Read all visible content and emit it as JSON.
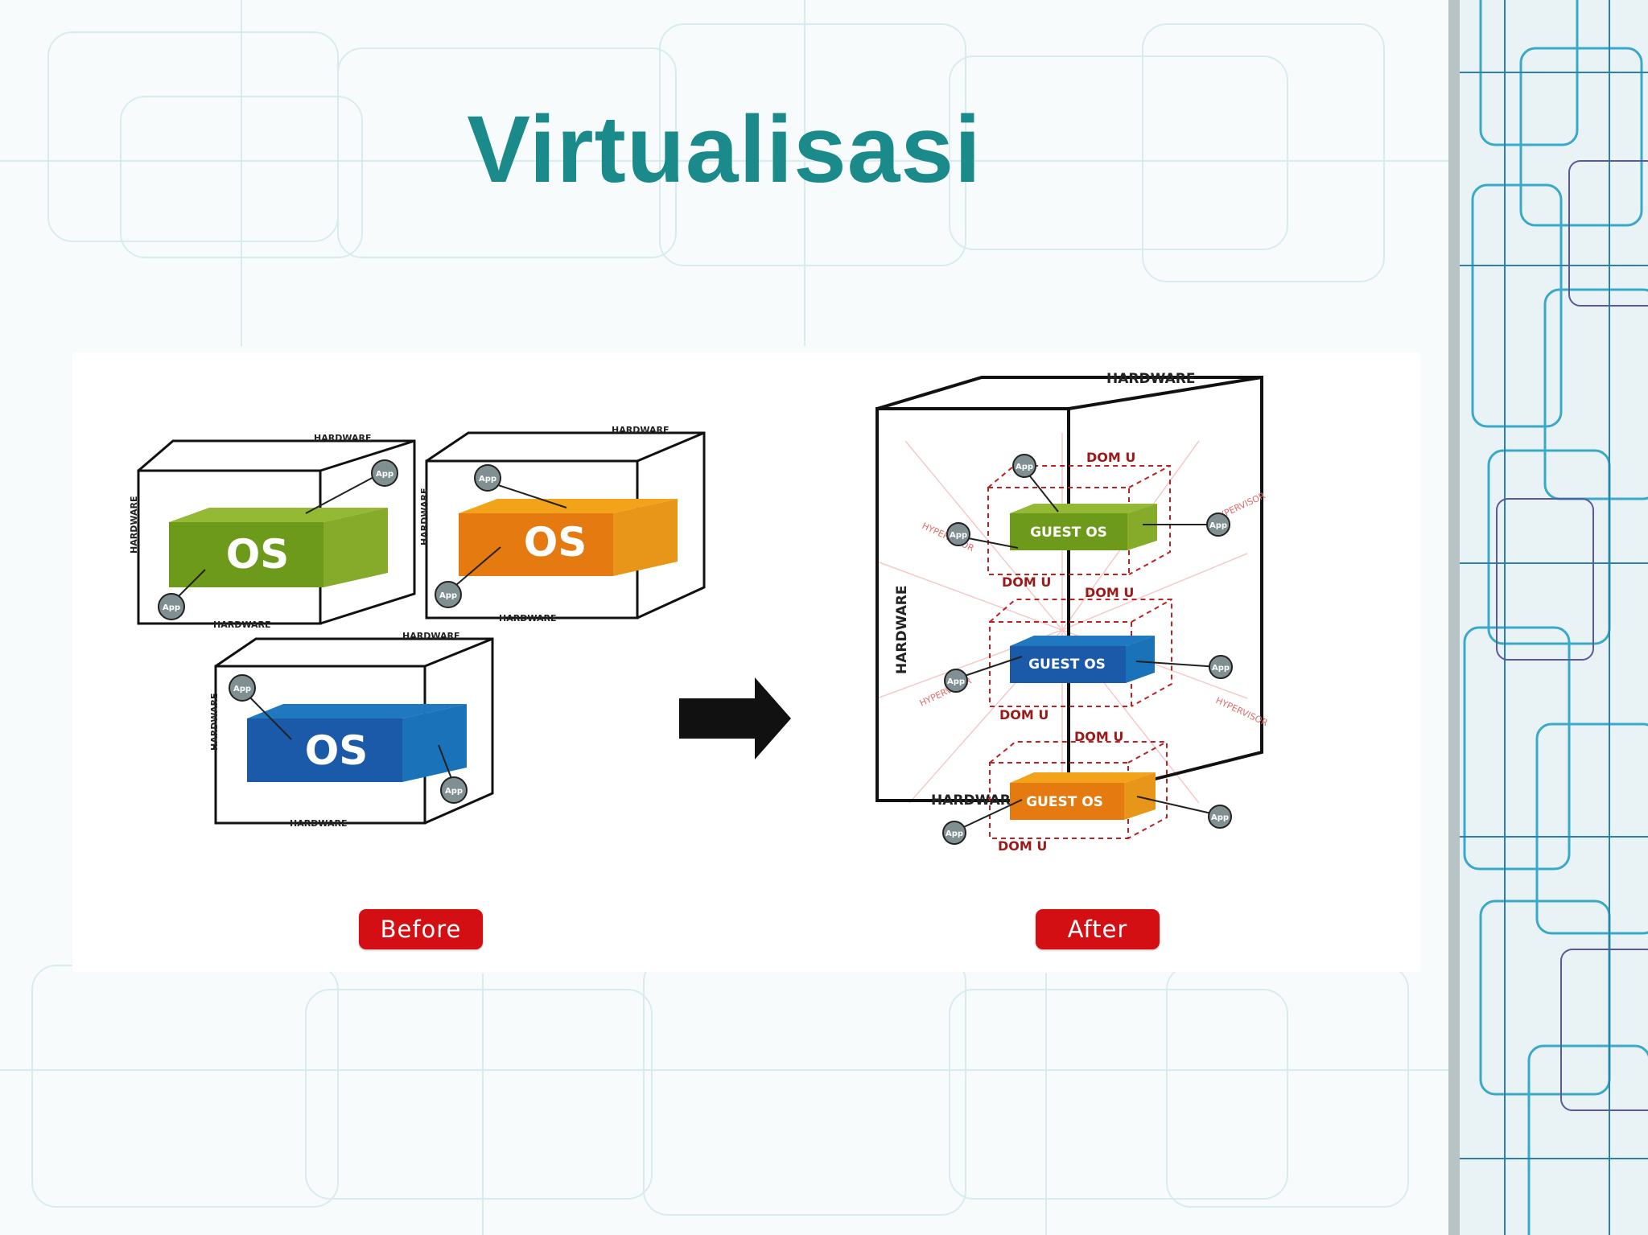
{
  "slide": {
    "title": "Virtualisasi"
  },
  "diagram": {
    "before_label": "Before",
    "after_label": "After",
    "os_label": "OS",
    "hardware_label": "HARDWARE",
    "guest_os_label": "GUEST OS",
    "dom_u_label": "DOM U",
    "hypervisor_label": "HYPERVISOR",
    "app_label": "App",
    "colors": {
      "title": "#1a8a8a",
      "green_os": "#6e9a1c",
      "orange_os": "#e47a10",
      "blue_os": "#1a5aa8",
      "pill": "#d40f14"
    }
  }
}
